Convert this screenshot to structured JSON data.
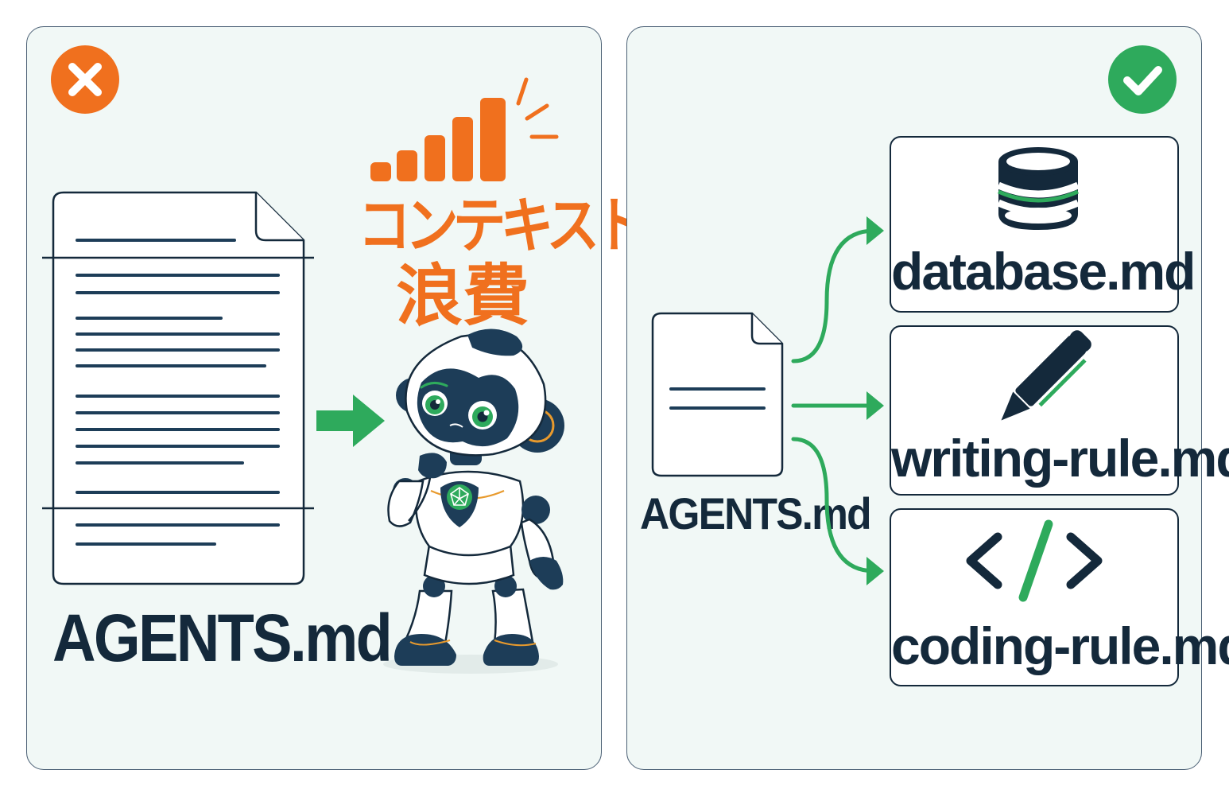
{
  "left_panel": {
    "status_icon": "cross-icon",
    "file_name": "AGENTS.md",
    "waste_line1": "コンテキスト",
    "waste_line2": "浪費",
    "character": "robot-icon"
  },
  "right_panel": {
    "status_icon": "check-icon",
    "root_file": "AGENTS.md",
    "files": [
      {
        "name": "database.md",
        "icon": "database-icon"
      },
      {
        "name": "writing-rule.md",
        "icon": "pencil-icon"
      },
      {
        "name": "coding-rule.md",
        "icon": "code-icon"
      }
    ]
  },
  "colors": {
    "bad": "#f0701e",
    "good": "#2eaa5c",
    "ink": "#14293b",
    "panel_bg": "#f1f8f6"
  }
}
